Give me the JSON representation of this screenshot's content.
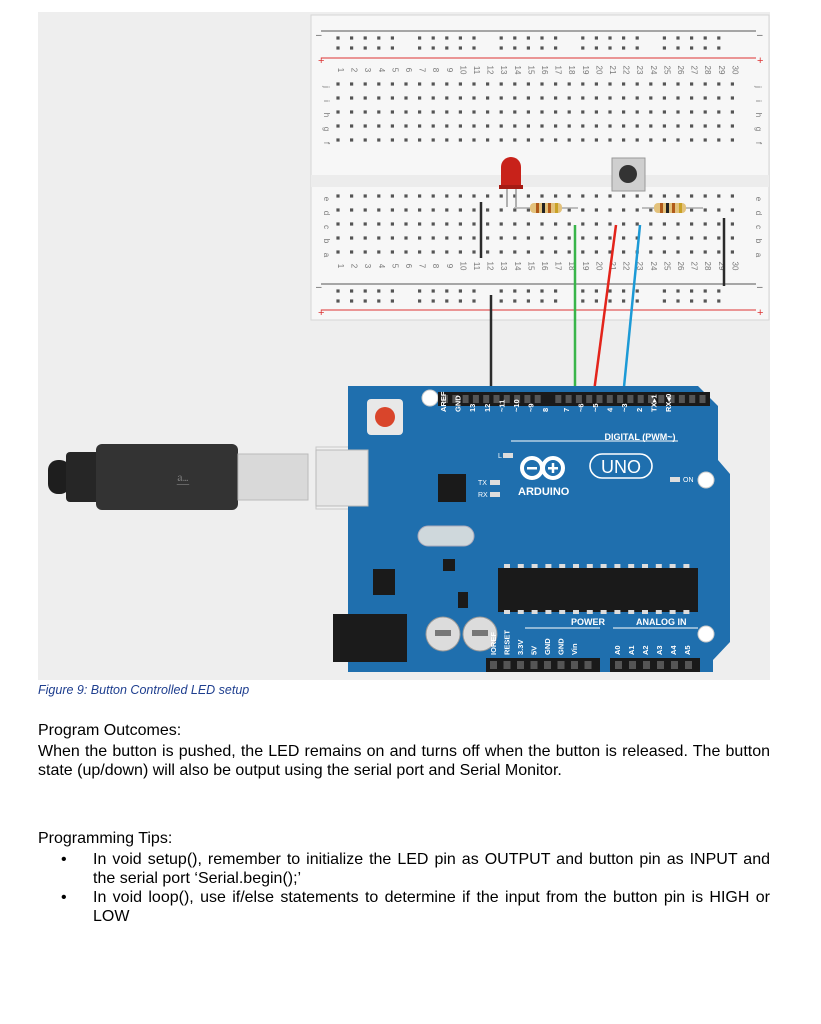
{
  "figure": {
    "caption": "Figure 9: Button Controlled LED setup",
    "breadboard": {
      "rail_minus": "–",
      "rail_plus": "+",
      "column_numbers": [
        "1",
        "2",
        "3",
        "4",
        "5",
        "6",
        "7",
        "8",
        "9",
        "10",
        "11",
        "12",
        "13",
        "14",
        "15",
        "16",
        "17",
        "18",
        "19",
        "20",
        "21",
        "22",
        "23",
        "24",
        "25",
        "26",
        "27",
        "28",
        "29",
        "30"
      ],
      "row_letters_top": [
        "j",
        "i",
        "h",
        "g",
        "f"
      ],
      "row_letters_bottom": [
        "e",
        "d",
        "c",
        "b",
        "a"
      ]
    },
    "arduino": {
      "board_name": "UNO",
      "brand": "ARDUINO",
      "digital_label": "DIGITAL (PWM~)",
      "power_label": "POWER",
      "analog_label": "ANALOG IN",
      "on_label": "ON",
      "tx_label": "TX",
      "rx_label": "RX",
      "l_label": "L",
      "digital_pins": [
        "AREF",
        "GND",
        "13",
        "12",
        "~11",
        "~10",
        "~9",
        "8",
        "7",
        "~6",
        "~5",
        "4",
        "~3",
        "2",
        "TX▸1",
        "RX◂0"
      ],
      "power_pins": [
        "IOREF",
        "RESET",
        "3.3V",
        "5V",
        "GND",
        "GND",
        "Vin"
      ],
      "analog_pins": [
        "A0",
        "A1",
        "A2",
        "A3",
        "A4",
        "A5"
      ]
    },
    "colors": {
      "background": "#eeeeee",
      "board": "#1f6fae",
      "wire_black": "#2b2b2b",
      "wire_green": "#39b54a",
      "wire_red": "#e3241b",
      "wire_blue": "#1c9ad6",
      "led": "#c8221a"
    }
  },
  "outcomes": {
    "heading": "Program Outcomes:",
    "text": "When the button is pushed, the LED remains on and turns off when the button is released. The button state (up/down) will also be output using the serial port and Serial Monitor."
  },
  "tips": {
    "heading": "Programming Tips:",
    "bullet": "•",
    "items": [
      "In void setup(), remember to initialize the LED pin as OUTPUT and button pin as INPUT and the serial port ‘Serial.begin();’",
      "In void loop(), use if/else statements to determine if the input from the button pin is HIGH or LOW"
    ]
  }
}
